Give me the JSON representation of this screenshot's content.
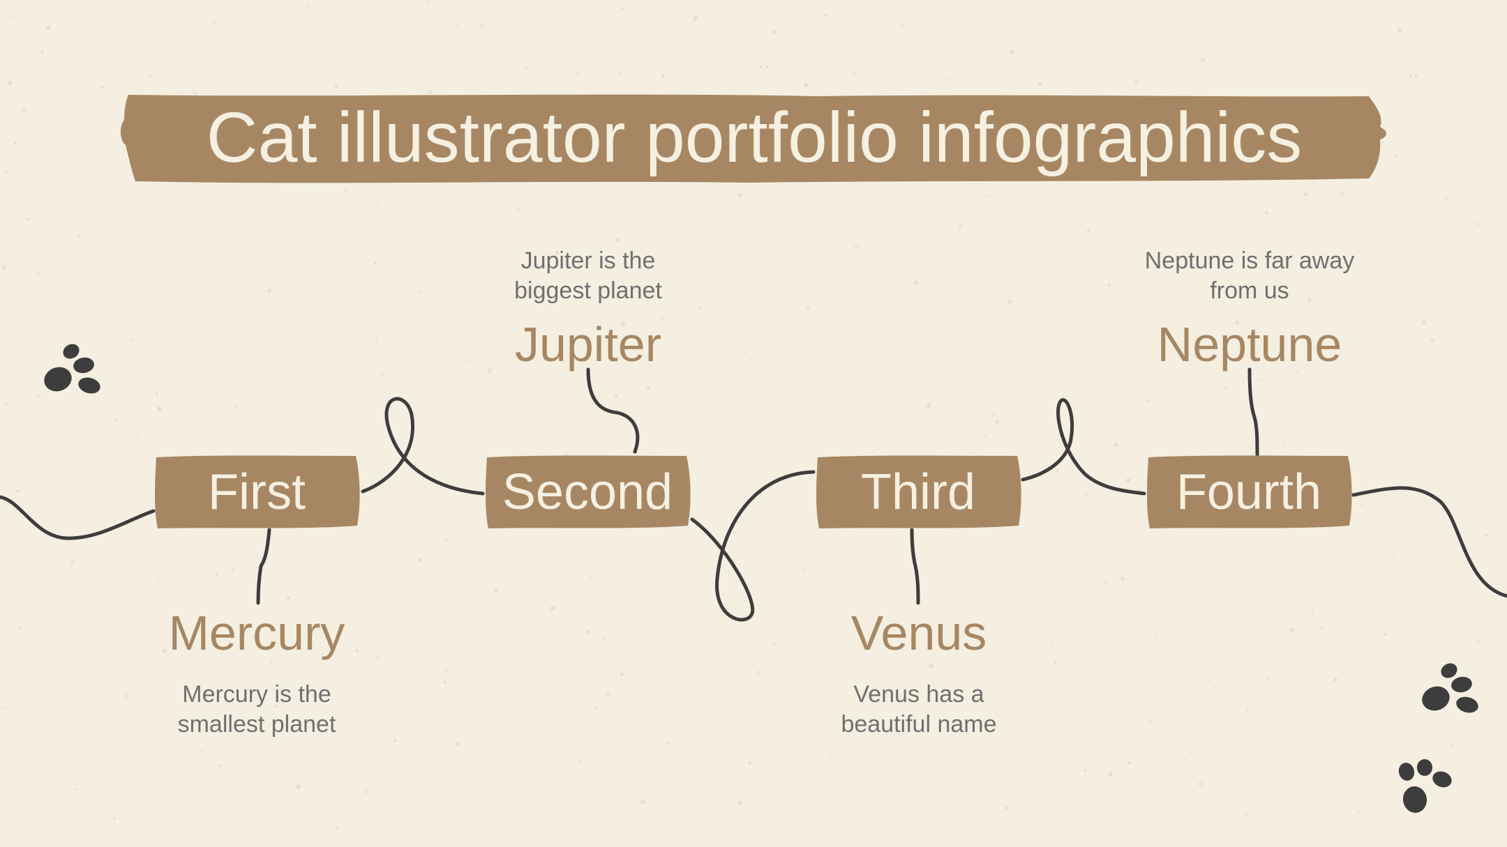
{
  "title": "Cat illustrator portfolio infographics",
  "colors": {
    "background": "#f4efe1",
    "accent": "#a78763",
    "banner_text": "#f6f0e1",
    "line": "#3d3d3d",
    "description_text": "#6f6f6f",
    "paw": "#3d3d3d"
  },
  "steps": [
    {
      "label": "First",
      "planet": "Mercury",
      "description": "Mercury is the smallest planet"
    },
    {
      "label": "Second",
      "planet": "Jupiter",
      "description": "Jupiter is the biggest planet"
    },
    {
      "label": "Third",
      "planet": "Venus",
      "description": "Venus has a beautiful name"
    },
    {
      "label": "Fourth",
      "planet": "Neptune",
      "description": "Neptune is far away from us"
    }
  ],
  "decorations": [
    "paw-print-icon",
    "paw-print-icon",
    "paw-print-icon"
  ]
}
